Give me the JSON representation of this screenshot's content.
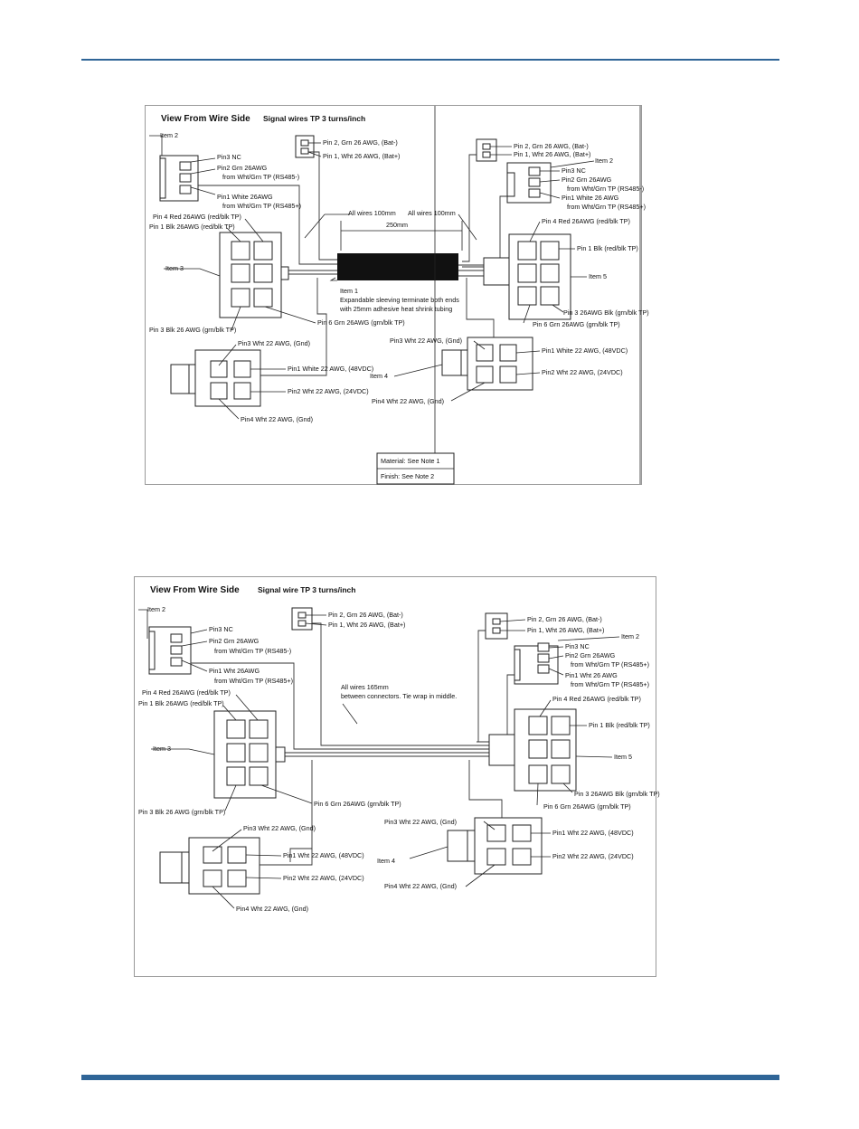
{
  "page": {
    "accent_color": "#2f6597"
  },
  "fig1": {
    "title": "View From Wire Side",
    "subtitle": "Signal wires TP 3 turns/inch",
    "item2_left": "Item 2",
    "item2_right": "Item 2",
    "item3": "Item 3",
    "item4": "Item 4",
    "item5": "Item 5",
    "item1": "Item 1",
    "bat_top_pin2": "Pin 2, Grn 26 AWG, (Bat-)",
    "bat_top_pin1": "Pin 1, Wht 26 AWG, (Bat+)",
    "bat_right_pin2": "Pin 2, Grn 26 AWG, (Bat-)",
    "bat_right_pin1": "Pin 1, Wht 26 AWG, (Bat+)",
    "l_pin3": "Pin3 NC",
    "l_pin2": "Pin2 Grn 26AWG",
    "l_pin2_sub": "from Wht/Grn TP (RS485-)",
    "l_pin1": "Pin1 White 26AWG",
    "l_pin1_sub": "from Wht/Grn TP (RS485+)",
    "r_pin3": "Pin3 NC",
    "r_pin2": "Pin2 Grn 26AWG",
    "r_pin2_sub": "from Wht/Grn TP (RS485-)",
    "r_pin1": "Pin1 White 26 AWG",
    "r_pin1_sub": "from Wht/Grn TP (RS485+)",
    "all_wires_left": "All wires 100mm",
    "all_wires_right": "All wires 100mm",
    "dim": "250mm",
    "i3_pin4": "Pin 4 Red 26AWG (red/blk TP)",
    "i3_pin1": "Pin 1 Blk 26AWG (red/blk TP)",
    "i3_pin3": "Pin 3 Blk 26 AWG (grn/blk TP)",
    "i3_pin6": "Pin 6 Grn 26AWG (grn/blk TP)",
    "i5_pin4": "Pin 4 Red 26AWG (red/blk TP)",
    "i5_pin1": "Pin 1 Blk (red/blk TP)",
    "i5_pin3": "Pin 3 26AWG Blk (grn/blk TP)",
    "i5_pin6": "Pin 6 Grn 26AWG (grn/blk TP)",
    "sleeve_1": "Expandable sleeving terminate both ends",
    "sleeve_2": "with 25mm adhesive heat shrink tubing",
    "b_pin3": "Pin3 Wht 22 AWG, (Gnd)",
    "b_pin1": "Pin1 White 22 AWG, (48VDC)",
    "b_pin2": "Pin2 Wht 22 AWG, (24VDC)",
    "b_pin4": "Pin4 Wht 22 AWG,  (Gnd)",
    "br_pin3": "Pin3 Wht 22 AWG, (Gnd)",
    "br_pin1": "Pin1 White 22 AWG, (48VDC)",
    "br_pin2": "Pin2 Wht 22 AWG, (24VDC)",
    "br_pin4": "Pin4 Wht 22 AWG,  (Gnd)",
    "material": "Material: See Note 1",
    "finish": "Finish: See Note 2"
  },
  "fig2": {
    "title": "View From Wire Side",
    "subtitle": "Signal wire TP 3 turns/inch",
    "item2_left": "Item 2",
    "item2_right": "Item 2",
    "item3": "Item 3",
    "item4": "Item 4",
    "item5": "Item 5",
    "bat_top_pin2": "Pin 2, Grn 26 AWG, (Bat-)",
    "bat_top_pin1": "Pin 1, Wht 26 AWG, (Bat+)",
    "bat_right_pin2": "Pin 2, Grn 26 AWG, (Bat-)",
    "bat_right_pin1": "Pin 1, Wht 26 AWG, (Bat+)",
    "l_pin3": "Pin3 NC",
    "l_pin2": "Pin2 Grn 26AWG",
    "l_pin2_sub": "from Wht/Grn TP (RS485-)",
    "l_pin1": "Pin1 Wht 26AWG",
    "l_pin1_sub": "from Wht/Grn TP (RS485+)",
    "r_pin3": "Pin3 NC",
    "r_pin2": "Pin2 Grn 26AWG",
    "r_pin2_sub": "from Wht/Grn TP (RS485+)",
    "r_pin1": "Pin1 Wht 26 AWG",
    "r_pin1_sub": "from Wht/Grn TP (RS485+)",
    "all_wires_1": "All wires 165mm",
    "all_wires_2": "between connectors. Tie wrap in middle.",
    "i3_pin4": "Pin 4 Red 26AWG (red/blk TP)",
    "i3_pin1": "Pin 1 Blk 26AWG (red/blk TP)",
    "i3_pin3": "Pin 3 Blk 26 AWG (grn/blk TP)",
    "i3_pin6": "Pin 6 Grn 26AWG (grn/blk TP)",
    "i5_pin4": "Pin 4 Red 26AWG (red/blk TP)",
    "i5_pin1": "Pin 1 Blk (red/blk TP)",
    "i5_pin3": "Pin 3 26AWG Blk (grn/blk TP)",
    "i5_pin6": "Pin 6 Grn 26AWG (grn/blk TP)",
    "b_pin3": "Pin3 Wht 22 AWG, (Gnd)",
    "b_pin1": "Pin1 Wht 22 AWG, (48VDC)",
    "b_pin2": "Pin2 Wht 22 AWG, (24VDC)",
    "b_pin4": "Pin4 Wht 22 AWG,  (Gnd)",
    "br_pin3": "Pin3 Wht 22 AWG, (Gnd)",
    "br_pin1": "Pin1 Wht 22 AWG, (48VDC)",
    "br_pin2": "Pin2 Wht 22 AWG, (24VDC)",
    "br_pin4": "Pin4 Wht 22 AWG,  (Gnd)"
  }
}
